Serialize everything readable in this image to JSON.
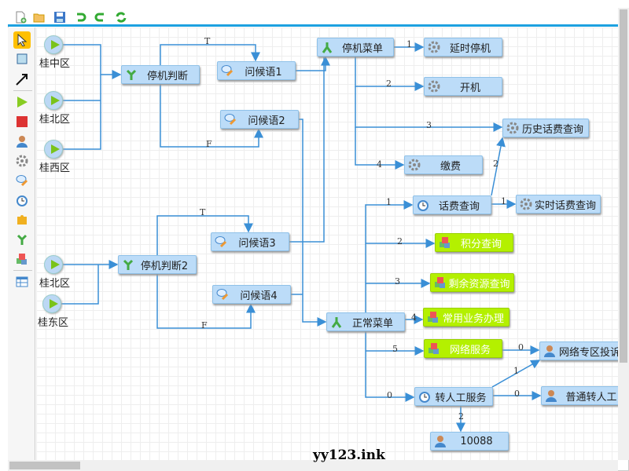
{
  "toolbar": {
    "items": [
      "new-file",
      "open-folder",
      "save",
      "undo",
      "redo",
      "refresh"
    ]
  },
  "palette": {
    "items": [
      "select",
      "marquee",
      "transition-arrow",
      "start",
      "end",
      "user-task",
      "service-task",
      "prompt",
      "timer",
      "plugin",
      "fork",
      "cubes",
      "table"
    ]
  },
  "starts": [
    {
      "label": "桂中区"
    },
    {
      "label": "桂北区"
    },
    {
      "label": "桂西区"
    },
    {
      "label": "桂北区"
    },
    {
      "label": "桂东区"
    }
  ],
  "nodes": {
    "tingji1": "停机判断",
    "wenhou1": "问候语1",
    "wenhou2": "问候语2",
    "tingji_menu": "停机菜单",
    "yanshi": "延时停机",
    "kaiji": "开机",
    "lishi": "历史话费查询",
    "jiaofei": "缴费",
    "huafei": "话费查询",
    "shishi": "实时话费查询",
    "jifen": "积分查询",
    "shengyu": "剩余资源查询",
    "changyong": "常用业务办理",
    "wangluo": "网络服务",
    "wangluo_ts": "网络专区投诉",
    "zhuan": "转人工服务",
    "putong": "普通转人工",
    "n10088": "10088",
    "tingji2": "停机判断2",
    "wenhou3": "问候语3",
    "wenhou4": "问候语4",
    "zhengchang": "正常菜单"
  },
  "edge_labels": {
    "t1": "T",
    "f1": "F",
    "t2": "T",
    "f2": "F",
    "m1": "1",
    "m2": "2",
    "m3": "3",
    "m4": "4",
    "h2": "2",
    "h1": "1",
    "z1": "1",
    "z2": "2",
    "z3": "3",
    "z4": "4",
    "z5": "5",
    "z0": "0",
    "w0": "0",
    "r1": "1",
    "r0": "0",
    "r2": "2"
  },
  "watermark": "yy123.ink",
  "colors": {
    "edge": "#3a8fd6",
    "node": "#bcdcf8",
    "green_node": "#b4f000",
    "accent": "#1da1e0"
  }
}
